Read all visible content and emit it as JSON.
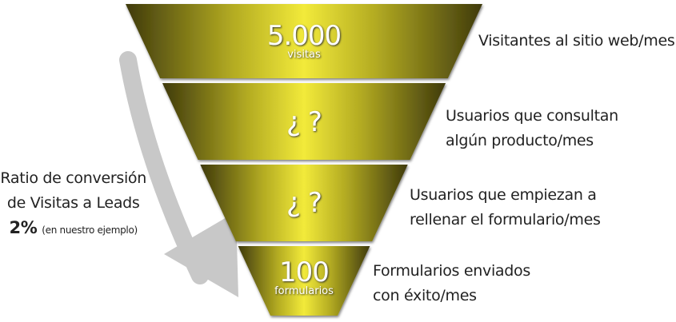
{
  "stages": [
    {
      "value": "5.000",
      "unit": "visitas",
      "description": [
        "Visitantes al sitio web/mes"
      ]
    },
    {
      "value": "¿ ?",
      "unit": "",
      "description": [
        "Usuarios que consultan",
        "algún producto/mes"
      ]
    },
    {
      "value": "¿ ?",
      "unit": "",
      "description": [
        "Usuarios que empiezan a",
        "rellenar el formulario/mes"
      ]
    },
    {
      "value": "100",
      "unit": "formularios",
      "description": [
        "Formularios enviados",
        "con éxito/mes"
      ]
    }
  ],
  "conversion": {
    "line1": "Ratio de conversión",
    "line2": "de Visitas a Leads",
    "rate": "2%",
    "note": "(en nuestro ejemplo)"
  },
  "colors": {
    "funnel_light": "#f2ea3a",
    "funnel_dark": "#4a4510",
    "arrow": "#c8c8c8"
  }
}
